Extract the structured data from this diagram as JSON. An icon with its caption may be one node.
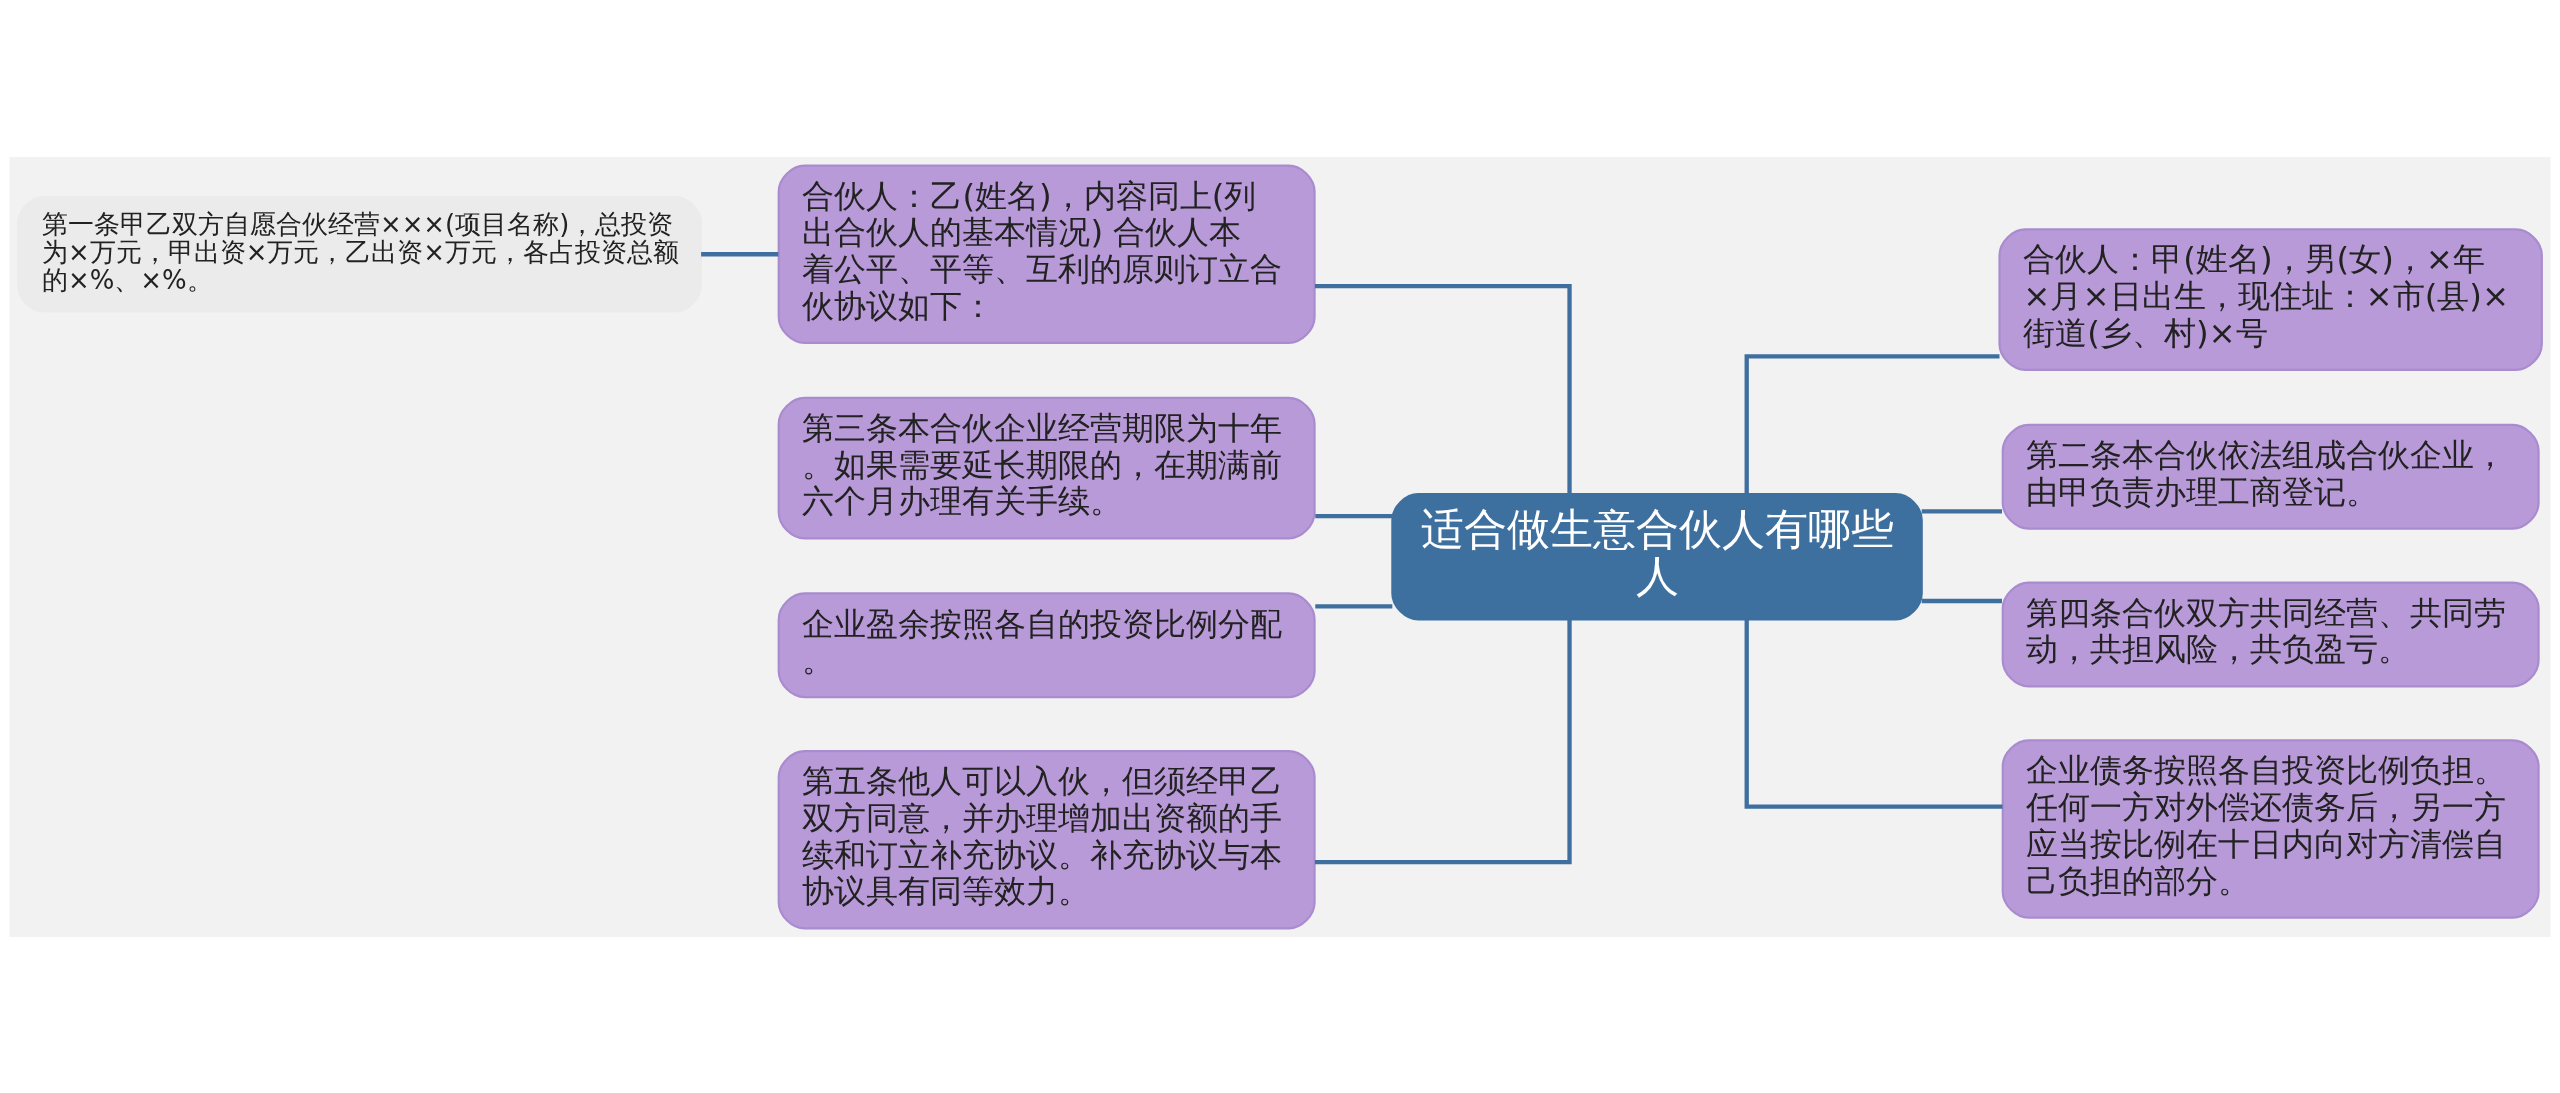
{
  "diagram": {
    "nodes": [
      {
        "text": [
          "适合做生意合伙人有哪些人"
        ]
      },
      {
        "text": [
          "合伙人：乙(姓名)，内容同上(列出合伙人的基本情况) 合伙人本着公平、平等、互利的原则订立合伙协议如下："
        ]
      },
      {
        "text": [
          "第三条本合伙企业经营期限为十年。如果需要延长期限的，在期满前六个月办理有关手续。"
        ]
      },
      {
        "text": [
          "企业盈余按照各自的投资比例分配。"
        ]
      },
      {
        "text": [
          "第五条他人可以入伙，但须经甲乙双方同意，并办理增加出资额的手续和订立补充协议。补充协议与本协议具有同等效力。"
        ]
      },
      {
        "text": [
          "第一条甲乙双方自愿合伙经营×××(项目名称)，总投资为×万元，甲出资×万元，乙出资×万元，各占投资总额的×%、×%。"
        ]
      },
      {
        "text": [
          "合伙人：甲(姓名)，男(女)，×年×月×日出生，现住址：×市(县)×街道(乡、村)×号"
        ]
      },
      {
        "text": [
          "第二条本合伙依法组成合伙企业，由甲负责办理工商登记。"
        ]
      },
      {
        "text": [
          "第四条合伙双方共同经营、共同劳动，共担风险，共负盈亏。"
        ]
      },
      {
        "text": [
          "企业债务按照各自投资比例负担。任何一方对外偿还债务后，另一方应当按比例在十日内向对方清偿自己负担的部分。"
        ]
      }
    ],
    "edges": [
      {
        "from": 0,
        "to": 1,
        "arrow": "none"
      },
      {
        "from": 0,
        "to": 2,
        "arrow": "none"
      },
      {
        "from": 0,
        "to": 3,
        "arrow": "none"
      },
      {
        "from": 0,
        "to": 4,
        "arrow": "none"
      },
      {
        "from": 1,
        "to": 5,
        "arrow": "none"
      },
      {
        "from": 0,
        "to": 6,
        "arrow": "none"
      },
      {
        "from": 0,
        "to": 7,
        "arrow": "none"
      },
      {
        "from": 0,
        "to": 8,
        "arrow": "none"
      },
      {
        "from": 0,
        "to": 9,
        "arrow": "none"
      }
    ]
  }
}
